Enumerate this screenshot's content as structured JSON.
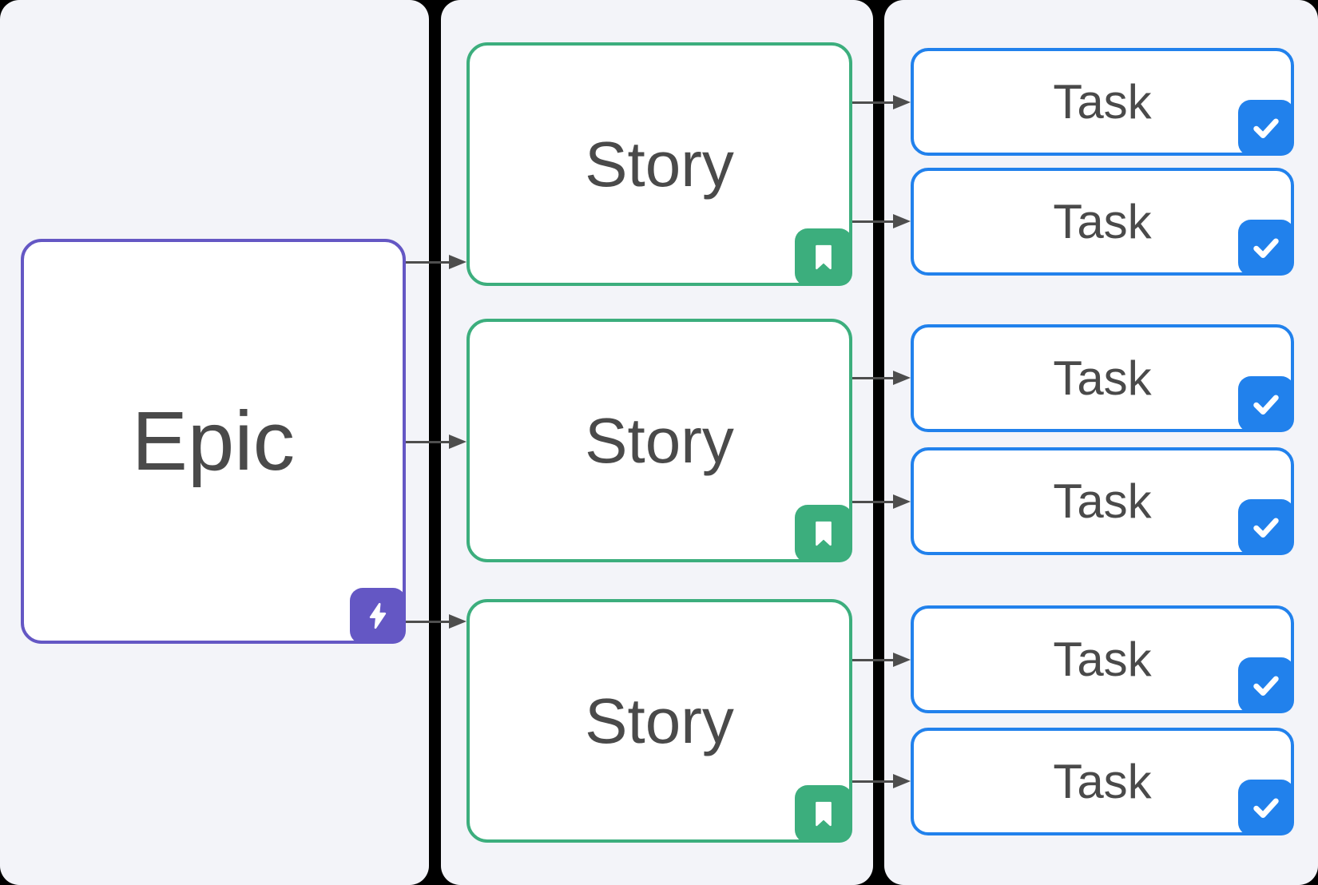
{
  "diagram": {
    "title_hint": "Epic to Story to Task hierarchy diagram",
    "epic": {
      "label": "Epic",
      "badge_icon": "lightning-icon",
      "accent_color": "#6457c4"
    },
    "stories": [
      {
        "label": "Story",
        "badge_icon": "bookmark-icon",
        "accent_color": "#3cae7d"
      },
      {
        "label": "Story",
        "badge_icon": "bookmark-icon",
        "accent_color": "#3cae7d"
      },
      {
        "label": "Story",
        "badge_icon": "bookmark-icon",
        "accent_color": "#3cae7d"
      }
    ],
    "tasks": [
      {
        "label": "Task",
        "badge_icon": "checkmark-icon",
        "accent_color": "#2181ec"
      },
      {
        "label": "Task",
        "badge_icon": "checkmark-icon",
        "accent_color": "#2181ec"
      },
      {
        "label": "Task",
        "badge_icon": "checkmark-icon",
        "accent_color": "#2181ec"
      },
      {
        "label": "Task",
        "badge_icon": "checkmark-icon",
        "accent_color": "#2181ec"
      },
      {
        "label": "Task",
        "badge_icon": "checkmark-icon",
        "accent_color": "#2181ec"
      }
    ],
    "task6": {
      "label": "Task",
      "badge_icon": "checkmark-icon",
      "accent_color": "#2181ec"
    },
    "connections": [
      "Epic -> Story 1",
      "Epic -> Story 2",
      "Epic -> Story 3",
      "Story 1 -> Task 1",
      "Story 1 -> Task 2",
      "Story 2 -> Task 3",
      "Story 2 -> Task 4",
      "Story 3 -> Task 5",
      "Story 3 -> Task 6"
    ],
    "colors": {
      "page_background": "#000000",
      "panel_background": "#f3f4f9",
      "card_background": "#ffffff",
      "epic_purple": "#6457c4",
      "story_green": "#3cae7d",
      "task_blue": "#2181ec",
      "arrow_gray": "#4d4d4d",
      "text_gray": "#4a4a4a"
    }
  }
}
